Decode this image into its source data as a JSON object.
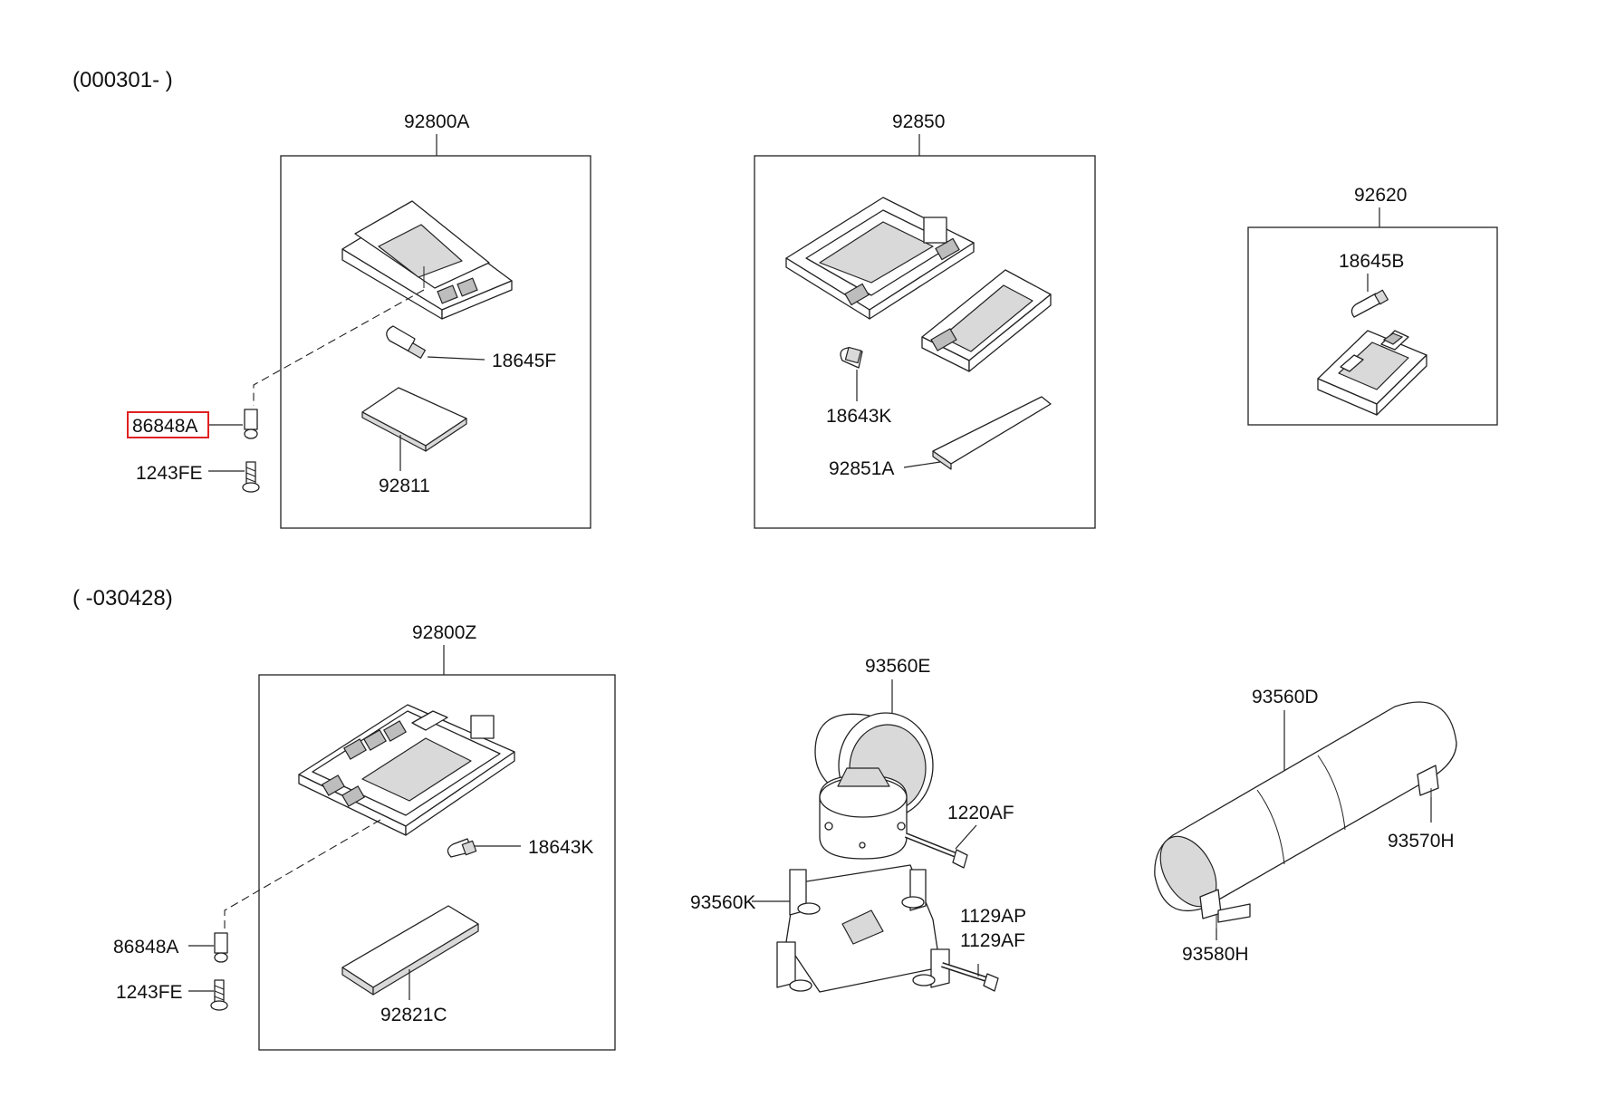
{
  "sections": {
    "top": "(000301- )",
    "bottom": "( -030428)"
  },
  "labels": {
    "top_left_assy": "92800A",
    "bulb_18645F": "18645F",
    "clip_86848A_top": "86848A",
    "screw_1243FE_top": "1243FE",
    "lens_92811": "92811",
    "top_mid_assy": "92850",
    "bulb_18643K_top": "18643K",
    "lens_92851A": "92851A",
    "top_right_assy": "92620",
    "bulb_18645B": "18645B",
    "bottom_left_assy": "92800Z",
    "bulb_18643K_bottom": "18643K",
    "clip_86848A_bottom": "86848A",
    "screw_1243FE_bottom": "1243FE",
    "lens_92821C": "92821C",
    "lamp_93560E": "93560E",
    "bolt_1220AF": "1220AF",
    "bracket_93560K": "93560K",
    "bolt_1129AP": "1129AP",
    "bolt_1129AF": "1129AF",
    "bar_93560D": "93560D",
    "bracket_93570H": "93570H",
    "bracket_93580H": "93580H"
  },
  "highlighted_part": "86848A",
  "colors": {
    "highlight": "#e02020",
    "line": "#222222",
    "shade": "#d9d9d9"
  }
}
